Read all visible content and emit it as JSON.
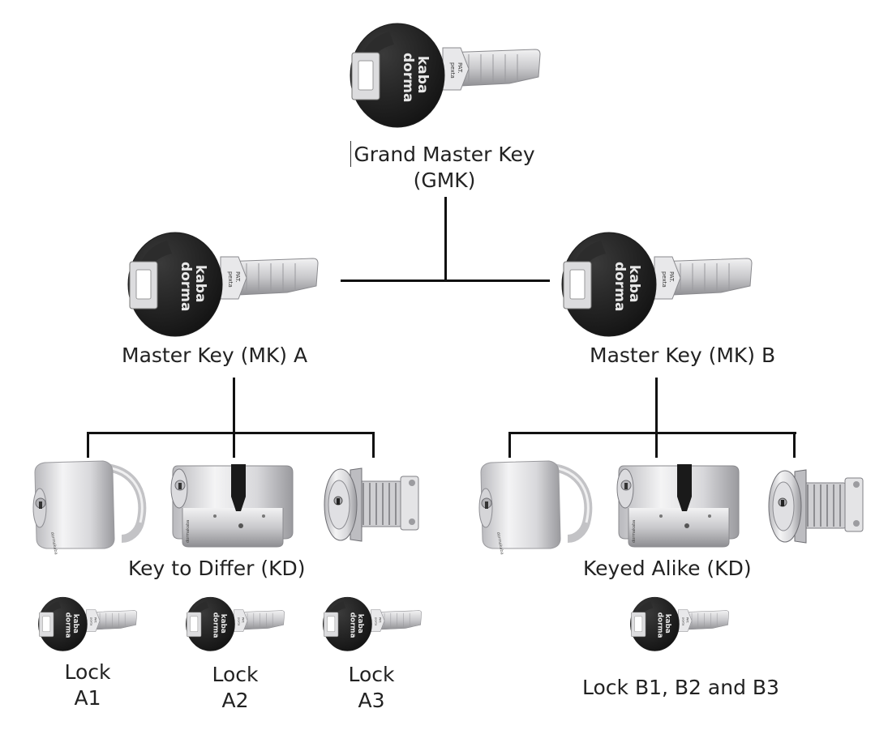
{
  "title": "",
  "nodes": {
    "gmk": {
      "line1": "Grand Master Key",
      "line2": "(GMK)"
    },
    "mk_a": {
      "label": "Master Key (MK)  A"
    },
    "mk_b": {
      "label": "Master Key (MK) B"
    },
    "group_a": {
      "label": "Key to Differ (KD)"
    },
    "group_b": {
      "label": "Keyed Alike (KD)"
    },
    "lock_a1": {
      "line1": "Lock",
      "line2": "A1"
    },
    "lock_a2": {
      "line1": "Lock",
      "line2": "A2"
    },
    "lock_a3": {
      "line1": "Lock",
      "line2": "A3"
    },
    "lock_b": {
      "label": "Lock B1, B2 and B3"
    }
  },
  "key_brand": {
    "line1": "dorma",
    "line2": "kaba",
    "blade_text1": "pexta",
    "blade_text2": "PAT."
  },
  "colors": {
    "key_head": "#1e1e1e",
    "metal": "#d7d7d9",
    "connector": "#111111"
  }
}
